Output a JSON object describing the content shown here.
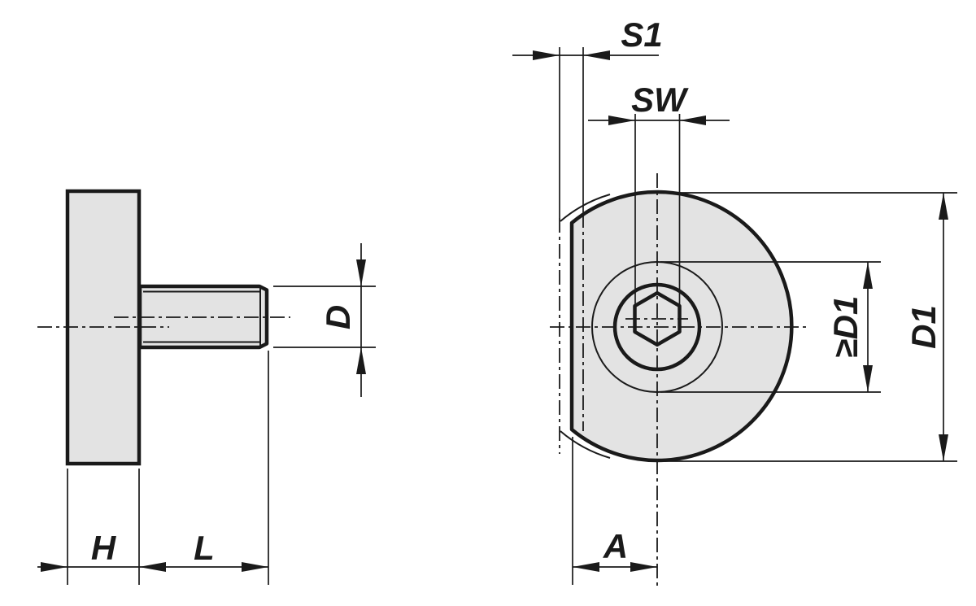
{
  "drawing": {
    "description": "Two-view technical drawing of a knurled knob with threaded stud and hex socket",
    "colors": {
      "line": "#1a1a1a",
      "part_fill": "#e3e3e3",
      "background": "#ffffff"
    }
  },
  "side_view": {
    "dim_head_width": "H",
    "dim_thread_length": "L",
    "dim_thread_diameter": "D"
  },
  "front_view": {
    "dim_flat_offset": "S1",
    "dim_hex_socket": "SW",
    "dim_edge_distance": "A",
    "dim_outer_diameter": "D1",
    "dim_min_mounting_diameter": "≥D1"
  }
}
